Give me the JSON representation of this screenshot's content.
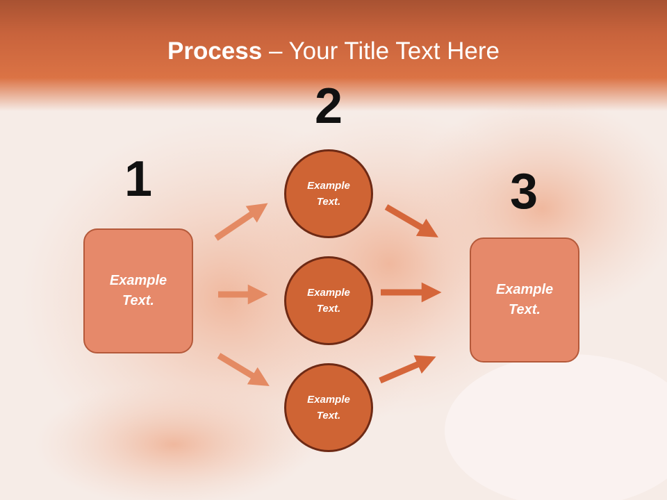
{
  "title": {
    "bold": "Process",
    "rest": " – Your Title Text Here"
  },
  "steps": [
    {
      "number": "1",
      "label": "Example Text."
    },
    {
      "number": "2",
      "labels": [
        "Example Text.",
        "Example Text.",
        "Example Text."
      ]
    },
    {
      "number": "3",
      "label": "Example Text."
    }
  ],
  "colors": {
    "band": "#d8703f",
    "box_fill": "#e6896a",
    "box_border": "#b4593a",
    "circle_fill": "#cf6434",
    "circle_border": "#6e2a15",
    "arrow_left": "#e48a63",
    "arrow_right": "#d5663a"
  }
}
